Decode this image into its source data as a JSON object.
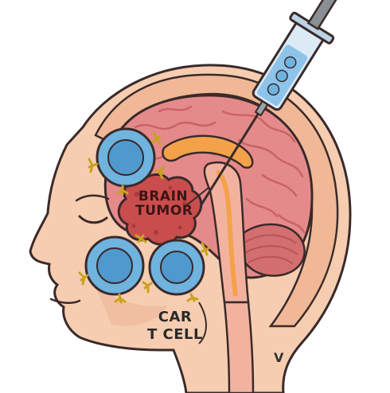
{
  "labels": {
    "tumor_line1": "BRAIN",
    "tumor_line2": "TUMOR",
    "cell_line1": "CAR",
    "cell_line2": "T CELL",
    "corner_partial": "V"
  },
  "colors": {
    "outline": "#3a2a2a",
    "skin": "#f6cdb0",
    "skin_shadow": "#eeb89a",
    "brain": "#e58a8a",
    "brain_fold": "#c86464",
    "tumor": "#c94d4d",
    "cell_body": "#6fb3df",
    "cell_nucleus": "#3f8cc8",
    "receptor": "#e8c23a",
    "ventricle": "#f4a24a",
    "syringe_fluid": "#8ec4ea"
  }
}
